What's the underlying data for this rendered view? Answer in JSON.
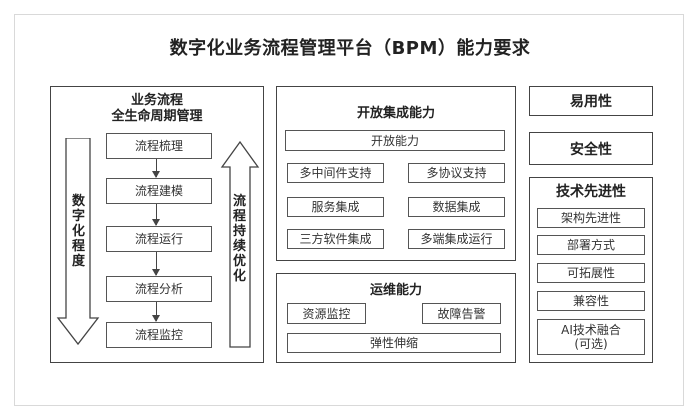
{
  "title": "数字化业务流程管理平台（BPM）能力要求",
  "lifecycle": {
    "title_line1": "业务流程",
    "title_line2": "全生命周期管理",
    "left_arrow_label": "数字化程度",
    "right_arrow_label": "流程持续优化",
    "steps": [
      "流程梳理",
      "流程建模",
      "流程运行",
      "流程分析",
      "流程监控"
    ]
  },
  "integration": {
    "title": "开放集成能力",
    "header_box": "开放能力",
    "items": [
      "多中间件支持",
      "多协议支持",
      "服务集成",
      "数据集成",
      "三方软件集成",
      "多端集成运行"
    ]
  },
  "ops": {
    "title": "运维能力",
    "items": [
      "资源监控",
      "故障告警"
    ],
    "bottom": "弹性伸缩"
  },
  "usability": "易用性",
  "security": "安全性",
  "tech": {
    "title": "技术先进性",
    "items": [
      "架构先进性",
      "部署方式",
      "可拓展性",
      "兼容性"
    ],
    "ai_line1": "AI技术融合",
    "ai_line2": "(可选)"
  }
}
